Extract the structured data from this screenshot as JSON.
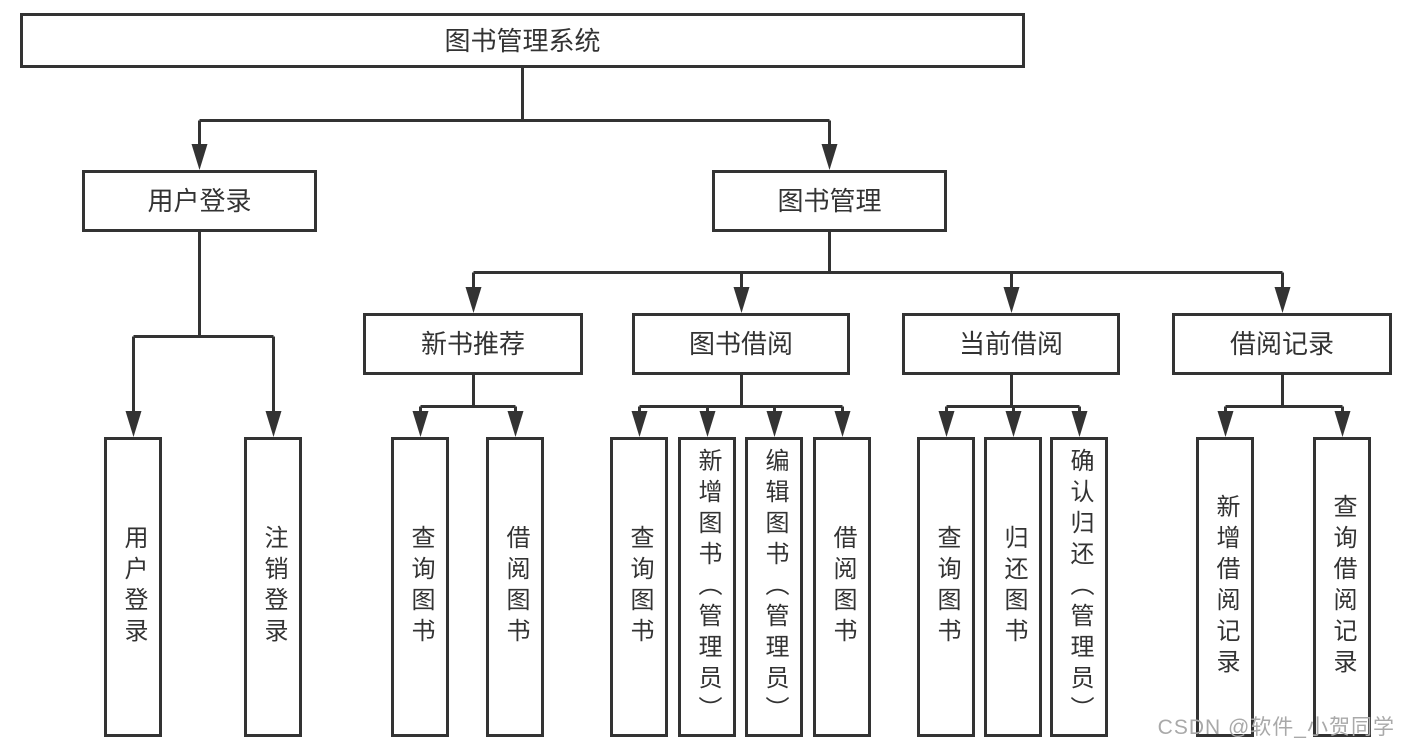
{
  "tree": {
    "label": "图书管理系统",
    "children": [
      {
        "label": "用户登录",
        "children": [
          {
            "label": "用户登录"
          },
          {
            "label": "注销登录"
          }
        ]
      },
      {
        "label": "图书管理",
        "children": [
          {
            "label": "新书推荐",
            "children": [
              {
                "label": "查询图书"
              },
              {
                "label": "借阅图书"
              }
            ]
          },
          {
            "label": "图书借阅",
            "children": [
              {
                "label": "查询图书"
              },
              {
                "label": "新增图书（管理员）"
              },
              {
                "label": "编辑图书（管理员）"
              },
              {
                "label": "借阅图书"
              }
            ]
          },
          {
            "label": "当前借阅",
            "children": [
              {
                "label": "查询图书"
              },
              {
                "label": "归还图书"
              },
              {
                "label": "确认归还（管理员）"
              }
            ]
          },
          {
            "label": "借阅记录",
            "children": [
              {
                "label": "新增借阅记录"
              },
              {
                "label": "查询借阅记录"
              }
            ]
          }
        ]
      }
    ]
  },
  "watermark": "CSDN @软件_小贺同学",
  "colors": {
    "line": "#333333",
    "box_bg": "#ffffff",
    "text": "#333333",
    "watermark": "#a9a9a9",
    "page_bg": "#ffffff"
  }
}
